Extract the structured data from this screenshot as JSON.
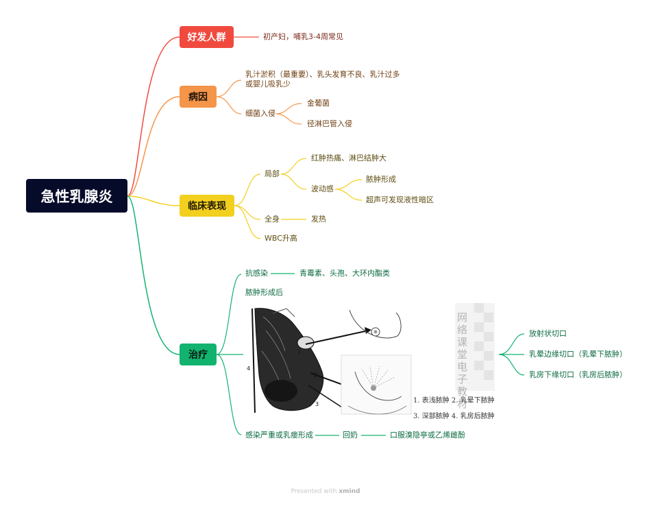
{
  "root": {
    "title": "急性乳腺炎"
  },
  "branches": {
    "population": {
      "label": "好发人群",
      "color": "#f04a3f",
      "items": [
        "初产妇，哺乳3-4周常见"
      ]
    },
    "cause": {
      "label": "病因",
      "color": "#f5954a",
      "item1_line1": "乳汁淤积（最重要）、乳头发育不良、乳汁过多",
      "item1_line2": "或婴儿吸乳少",
      "item2": "细菌入侵",
      "item2_children": [
        "金葡菌",
        "径淋巴管入侵"
      ]
    },
    "clinical": {
      "label": "临床表现",
      "color": "#f3cf1f",
      "local": "局部",
      "local_children": [
        "红肿热痛、淋巴结肿大",
        "波动感"
      ],
      "fluct_children": [
        "脓肿形成",
        "超声可发现液性暗区"
      ],
      "systemic": "全身",
      "systemic_child": "发热",
      "wbc": "WBC升高"
    },
    "treatment": {
      "label": "治疗",
      "color": "#12b36f",
      "anti": "抗感染",
      "anti_child": "青霉素、头孢、大环内酯类",
      "abscess": "脓肿形成后",
      "incisions": [
        "放射状切口",
        "乳晕边缘切口（乳晕下脓肿）",
        "乳房下缘切口（乳房后脓肿）"
      ],
      "severe": "感染严重或乳瘘形成",
      "severe_child": "回奶",
      "severe_grandchild": "口服溴隐亭或乙烯雌酚"
    }
  },
  "figure": {
    "caption_line1": "1. 表浅脓肿 2. 乳晕下脓肿",
    "caption_line2": "3. 深部脓肿 4. 乳房后脓肿",
    "watermark": "网络课堂电子教材",
    "labels": [
      "1",
      "2",
      "3",
      "4"
    ]
  },
  "footer": {
    "prefix": "Presented with",
    "brand": "xmind"
  }
}
